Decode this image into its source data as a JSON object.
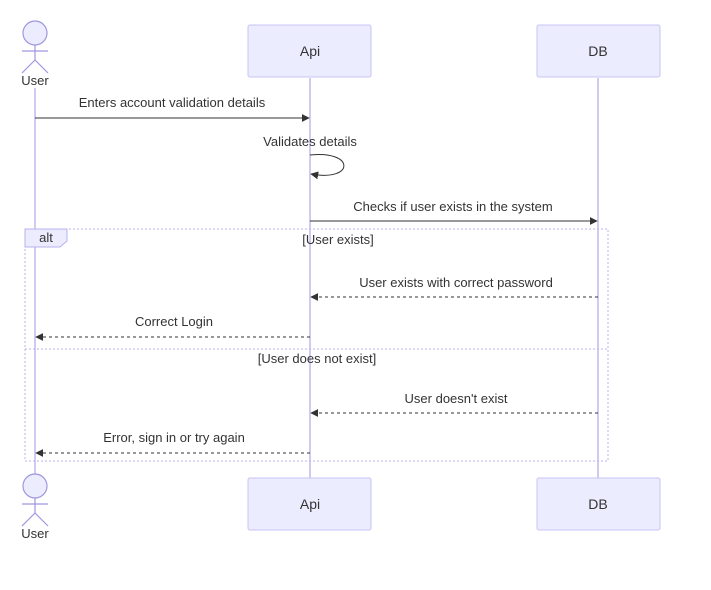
{
  "participants": {
    "user": "User",
    "api": "Api",
    "db": "DB"
  },
  "messages": [
    "Enters account validation details",
    "Validates details",
    "Checks if user exists in the system",
    "User exists with correct password",
    "Correct Login",
    "User doesn't exist",
    "Error, sign in or try again"
  ],
  "alt": {
    "keyword": "alt",
    "condition_1": "[User exists]",
    "condition_2": "[User does not exist]"
  },
  "colors": {
    "lifeline": "#c0b8f0",
    "participant_fill": "#ececff",
    "participant_border": "#c9c3f2",
    "actor_stroke": "#9f96dd",
    "text": "#333333"
  }
}
